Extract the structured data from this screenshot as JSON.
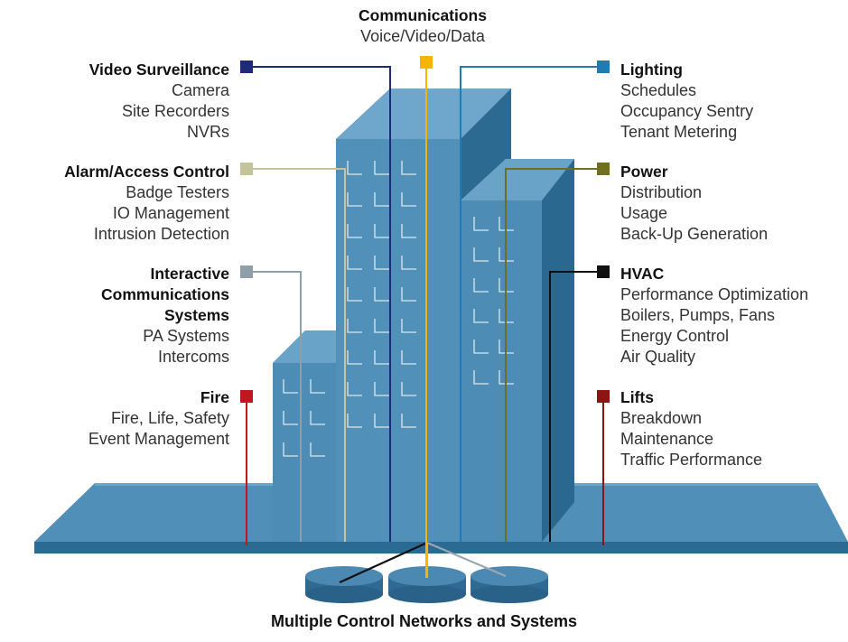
{
  "colors": {
    "background": "#ffffff",
    "building_front": "#4d8cb4",
    "building_side": "#2e6c94",
    "building_top": "#6aa3c8",
    "window_outline": "#d7e8f2"
  },
  "categories": {
    "communications": {
      "title": "Communications",
      "items": [
        "Voice/Video/Data"
      ],
      "color": "#f5b500",
      "icon": "square-marker-icon"
    },
    "video_surveillance": {
      "title": "Video Surveillance",
      "items": [
        "Camera",
        "Site Recorders",
        "NVRs"
      ],
      "color": "#1f2a7a",
      "icon": "square-marker-icon"
    },
    "alarm_access": {
      "title": "Alarm/Access Control",
      "items": [
        "Badge Testers",
        "IO Management",
        "Intrusion Detection"
      ],
      "color": "#c4c49a",
      "icon": "square-marker-icon"
    },
    "interactive_comms": {
      "title_lines": [
        "Interactive",
        "Communications",
        "Systems"
      ],
      "items": [
        "PA Systems",
        "Intercoms"
      ],
      "color": "#8e9fa8",
      "icon": "square-marker-icon"
    },
    "fire": {
      "title": "Fire",
      "items": [
        "Fire, Life, Safety",
        "Event Management"
      ],
      "color": "#c0161f",
      "icon": "square-marker-icon"
    },
    "lighting": {
      "title": "Lighting",
      "items": [
        "Schedules",
        "Occupancy Sentry",
        "Tenant Metering"
      ],
      "color": "#1f7bb0",
      "icon": "square-marker-icon"
    },
    "power": {
      "title": "Power",
      "items": [
        "Distribution",
        "Usage",
        "Back-Up Generation"
      ],
      "color": "#6f6f1f",
      "icon": "square-marker-icon"
    },
    "hvac": {
      "title": "HVAC",
      "items": [
        "Performance Optimization",
        "Boilers, Pumps, Fans",
        "Energy Control",
        "Air Quality"
      ],
      "color": "#111111",
      "icon": "square-marker-icon"
    },
    "lifts": {
      "title": "Lifts",
      "items": [
        "Breakdown",
        "Maintenance",
        "Traffic Performance"
      ],
      "color": "#8e1414",
      "icon": "square-marker-icon"
    }
  },
  "footer": {
    "title": "Multiple Control Networks and Systems"
  }
}
